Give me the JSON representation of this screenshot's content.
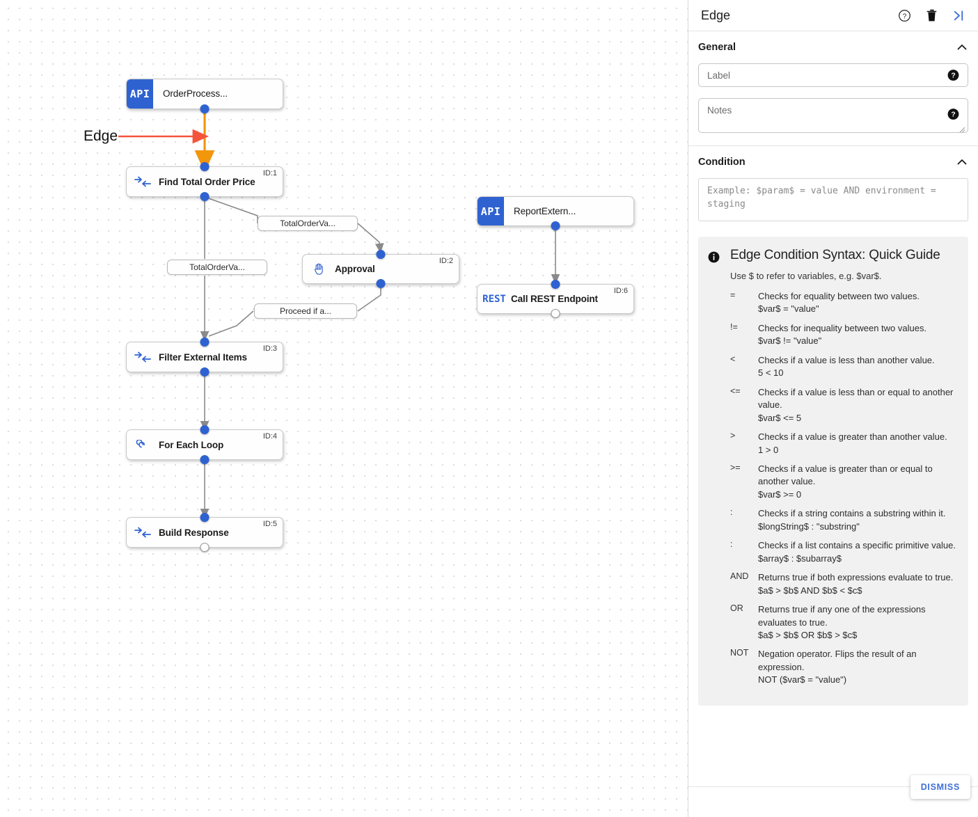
{
  "canvas": {
    "annotation": {
      "label": "Edge",
      "arrow_color": "#f4543c"
    },
    "highlighted_edge_color": "#f2960b",
    "nodes": [
      {
        "id": "n0",
        "type": "api",
        "badge": "API",
        "title": "OrderProcess...",
        "id_label": ""
      },
      {
        "id": "n1",
        "type": "step",
        "icon": "converge-arrows-icon",
        "title": "Find Total Order Price",
        "id_label": "ID:1"
      },
      {
        "id": "n2",
        "type": "approval",
        "icon": "hand-icon",
        "title": "Approval",
        "id_label": "ID:2"
      },
      {
        "id": "n3",
        "type": "step",
        "icon": "converge-arrows-icon",
        "title": "Filter External Items",
        "id_label": "ID:3"
      },
      {
        "id": "n4",
        "type": "loop",
        "icon": "infinity-icon",
        "title": "For Each Loop",
        "id_label": "ID:4"
      },
      {
        "id": "n5",
        "type": "step",
        "icon": "converge-arrows-icon",
        "title": "Build Response",
        "id_label": "ID:5"
      },
      {
        "id": "n6",
        "type": "api",
        "badge": "API",
        "title": "ReportExtern...",
        "id_label": ""
      },
      {
        "id": "n7",
        "type": "rest",
        "badge": "REST",
        "title": "Call REST Endpoint",
        "id_label": "ID:6"
      }
    ],
    "edge_labels": [
      {
        "id": "el1",
        "text": "TotalOrderVa..."
      },
      {
        "id": "el2",
        "text": "TotalOrderVa..."
      },
      {
        "id": "el3",
        "text": "Proceed if a..."
      }
    ]
  },
  "panel": {
    "title": "Edge",
    "header_icons": [
      {
        "name": "help-icon",
        "label": "Help"
      },
      {
        "name": "trash-icon",
        "label": "Delete"
      },
      {
        "name": "collapse-panel-icon",
        "label": "Collapse"
      }
    ],
    "general": {
      "title": "General",
      "label_field": {
        "placeholder": "Label",
        "value": ""
      },
      "notes_field": {
        "placeholder": "Notes",
        "value": ""
      }
    },
    "condition": {
      "title": "Condition",
      "placeholder": "Example: $param$ = value AND environment = staging",
      "value": ""
    },
    "guide": {
      "title": "Edge Condition Syntax: Quick Guide",
      "subtitle": "Use $ to refer to variables, e.g. $var$.",
      "operators": [
        {
          "op": "=",
          "desc": "Checks for equality between two values.",
          "example": "$var$ = \"value\""
        },
        {
          "op": "!=",
          "desc": "Checks for inequality between two values.",
          "example": "$var$ != \"value\""
        },
        {
          "op": "<",
          "desc": "Checks if a value is less than another value.",
          "example": "5 < 10"
        },
        {
          "op": "<=",
          "desc": "Checks if a value is less than or equal to another value.",
          "example": "$var$ <= 5"
        },
        {
          "op": ">",
          "desc": "Checks if a value is greater than another value.",
          "example": "1 > 0"
        },
        {
          "op": ">=",
          "desc": "Checks if a value is greater than or equal to another value.",
          "example": "$var$ >= 0"
        },
        {
          "op": ":",
          "desc": "Checks if a string contains a substring within it.",
          "example": "$longString$ : \"substring\""
        },
        {
          "op": ":",
          "desc": "Checks if a list contains a specific primitive value.",
          "example": "$array$ : $subarray$"
        },
        {
          "op": "AND",
          "desc": "Returns true if both expressions evaluate to true.",
          "example": "$a$ > $b$ AND $b$ < $c$"
        },
        {
          "op": "OR",
          "desc": "Returns true if any one of the expressions evaluates to true.",
          "example": "$a$ > $b$ OR $b$ > $c$"
        },
        {
          "op": "NOT",
          "desc": "Negation operator. Flips the result of an expression.",
          "example": "NOT ($var$ = \"value\")"
        }
      ]
    },
    "footer": {
      "dismiss_label": "DISMISS"
    }
  }
}
